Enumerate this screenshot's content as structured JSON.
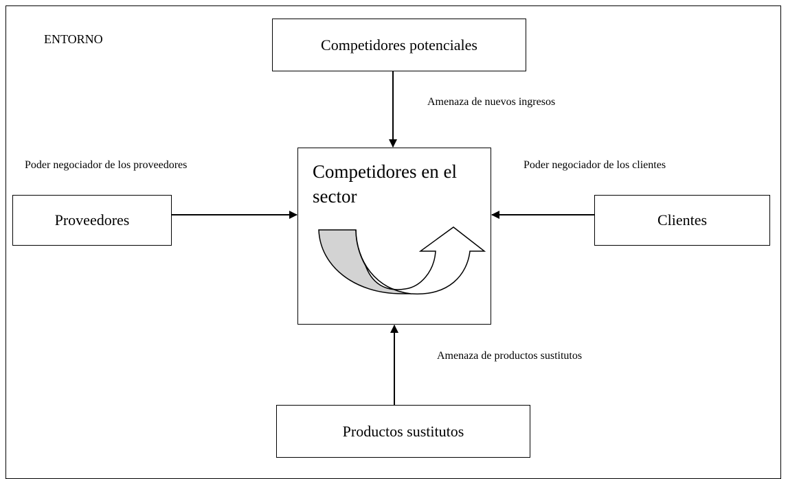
{
  "environment_label": "ENTORNO",
  "boxes": {
    "potential_competitors": "Competidores potenciales",
    "sector_competitors": "Competidores en el sector",
    "suppliers": "Proveedores",
    "customers": "Clientes",
    "substitutes": "Productos sustitutos"
  },
  "forces": {
    "new_entrants": "Amenaza de nuevos ingresos",
    "supplier_power": "Poder negociador de los proveedores",
    "customer_power": "Poder negociador de los clientes",
    "substitutes_threat": "Amenaza de productos sustitutos"
  },
  "colors": {
    "line": "#000000",
    "curve_fill": "#d3d3d3"
  }
}
